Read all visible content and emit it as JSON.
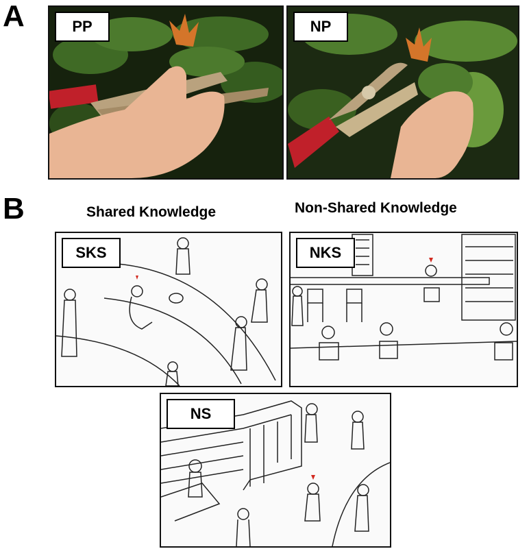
{
  "panels": {
    "a": {
      "letter": "A",
      "photos": [
        {
          "tag": "PP"
        },
        {
          "tag": "NP"
        }
      ]
    },
    "b": {
      "letter": "B",
      "headings": [
        "Shared Knowledge",
        "Non-Shared Knowledge"
      ],
      "scenes": [
        {
          "tag": "SKS"
        },
        {
          "tag": "NKS"
        },
        {
          "tag": "NS"
        }
      ]
    }
  },
  "colors": {
    "foliage": "#3f6a25",
    "bud": "#d4752a",
    "handle": "#c0202a",
    "skin": "#e9b594",
    "blade": "#b9a27e",
    "marker": "#d22a20"
  }
}
